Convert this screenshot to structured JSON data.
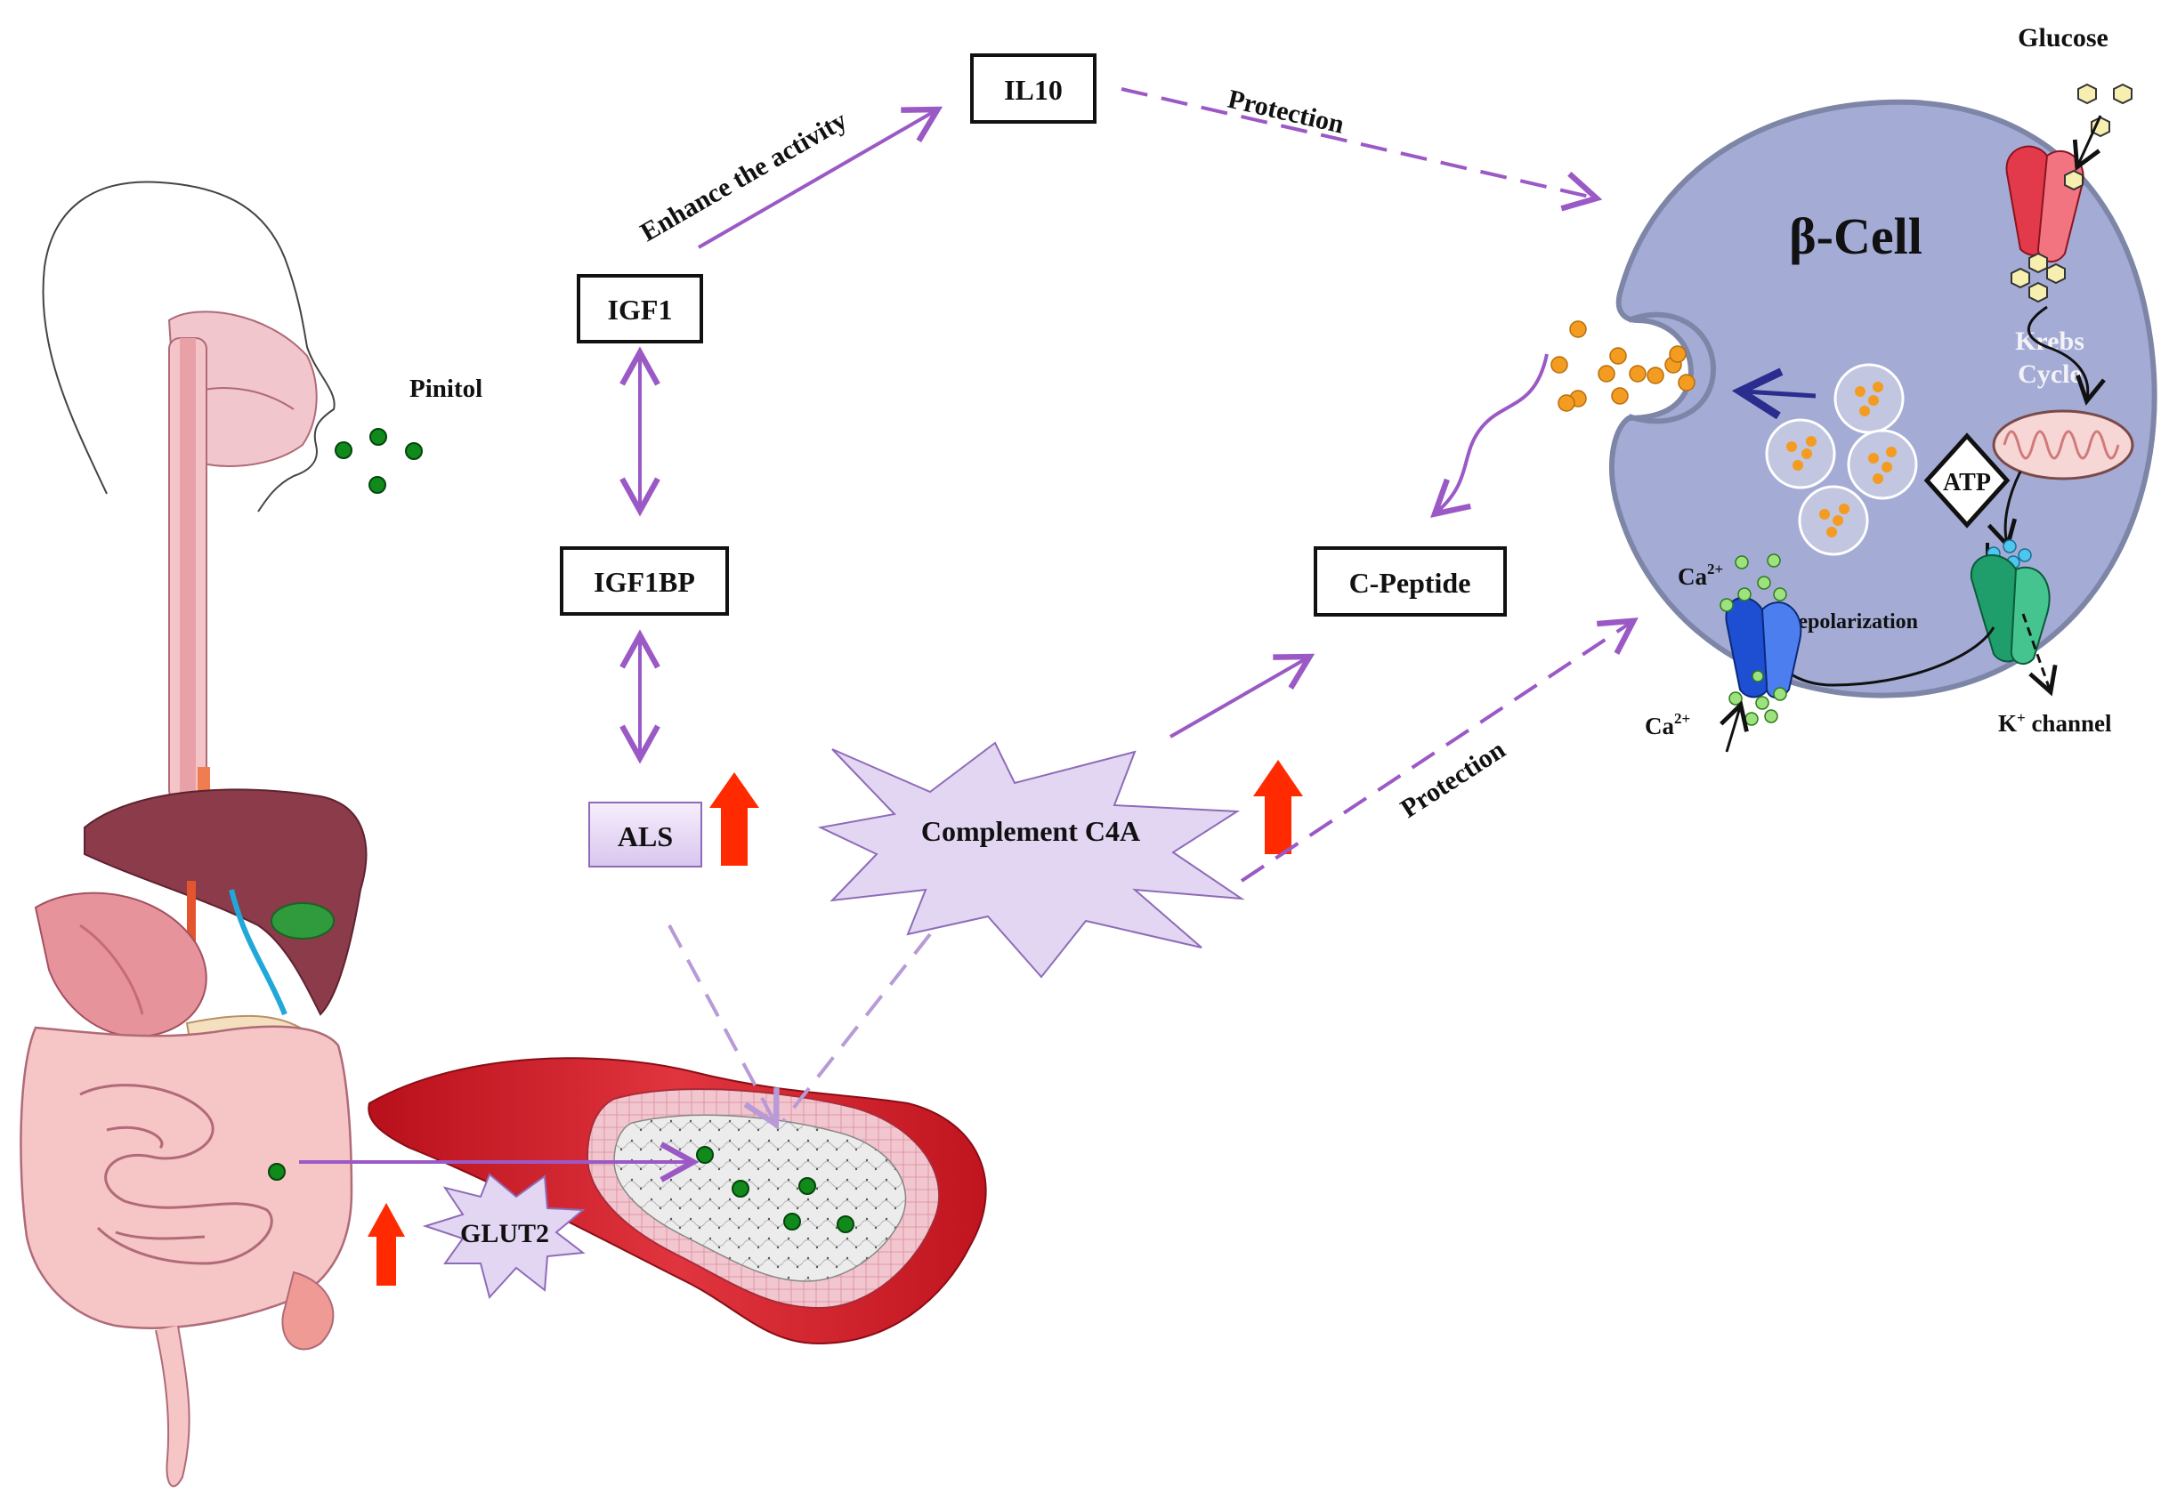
{
  "labels": {
    "pinitol": "Pinitol",
    "il10": "IL10",
    "igf1": "IGF1",
    "igf1bp": "IGF1BP",
    "als": "ALS",
    "complement": "Complement C4A",
    "c_peptide": "C-Peptide",
    "glut2": "GLUT2",
    "enhance": "Enhance the activity",
    "protection_top": "Protection",
    "protection_bottom": "Protection",
    "beta_cell": "β-Cell",
    "glucose": "Glucose",
    "krebs_line1": "Krebs",
    "krebs_line2": "Cycle",
    "atp": "ATP",
    "ca_top_base": "Ca",
    "ca_top_sup": "2+",
    "ca_bottom_base": "Ca",
    "ca_bottom_sup": "2+",
    "depolarization": "Depolarization",
    "k_base": "K",
    "k_sup": "+",
    "k_rest": " channel"
  },
  "colors": {
    "arrow_purple": "#9b59c6",
    "up_arrow_red": "#ff2a00",
    "cell_fill": "#a4acd6",
    "cell_stroke": "#7e86a8",
    "vessel_red": "#d81f2c",
    "granule_orange": "#f39c21",
    "pinitol_green": "#0f8a1b"
  }
}
